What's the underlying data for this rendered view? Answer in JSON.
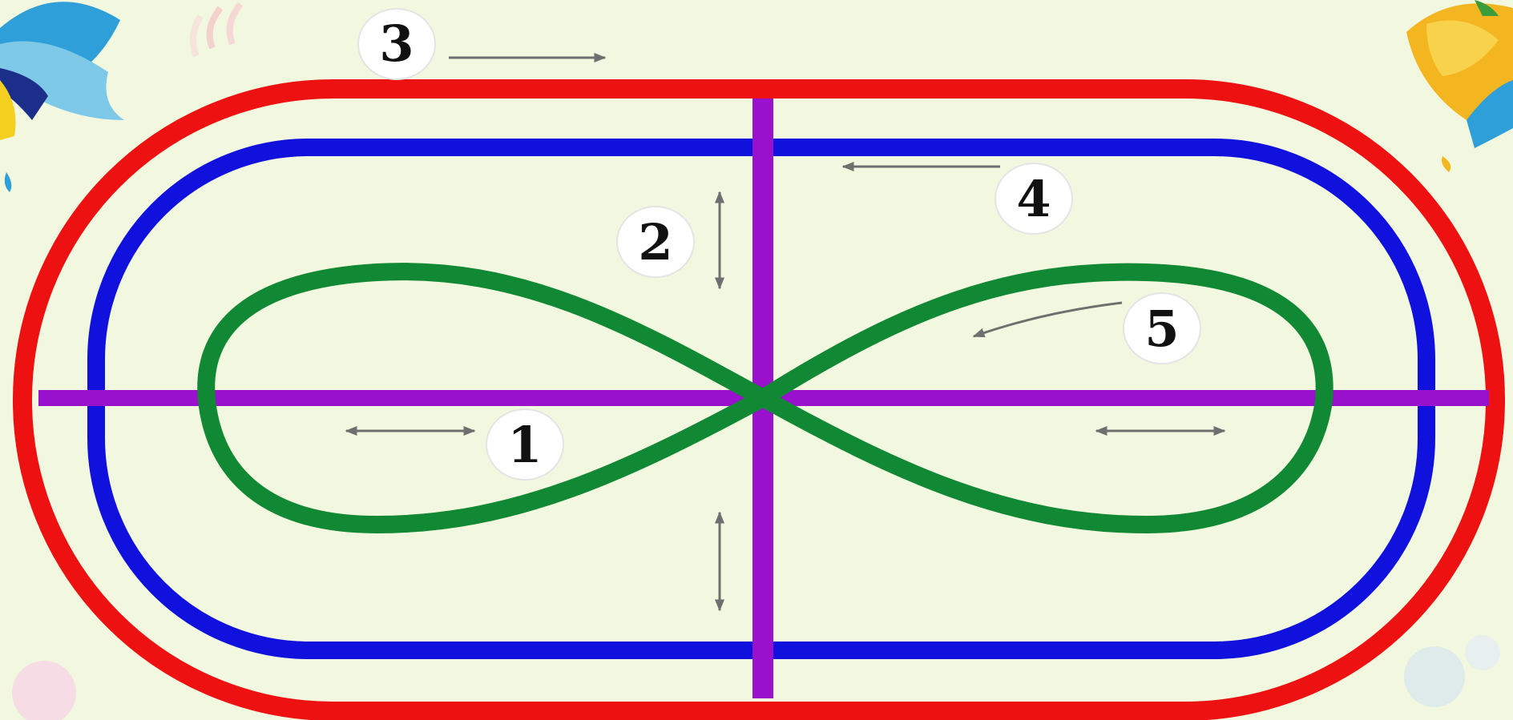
{
  "colors": {
    "background": "#f2f8df",
    "outer_track": "#ee1111",
    "inner_track": "#1111dd",
    "figure_eight": "#118833",
    "cross_lines": "#9911cc",
    "arrows": "#6f6f6f"
  },
  "labels": {
    "one": "1",
    "two": "2",
    "three": "3",
    "four": "4",
    "five": "5"
  },
  "decorations": [
    "ribbon-flower-top-left",
    "ribbon-flower-top-right"
  ]
}
